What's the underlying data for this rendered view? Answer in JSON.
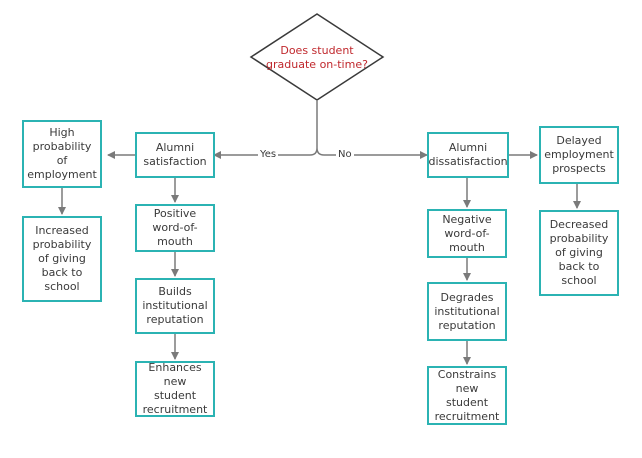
{
  "colors": {
    "box_border": "#2bb3b3",
    "decision_text": "#c0282d",
    "connector": "#7a7a7a",
    "text": "#3a3a3a"
  },
  "decision": {
    "text": "Does student\ngraduate on-time?"
  },
  "edge_labels": {
    "yes": "Yes",
    "no": "No"
  },
  "left": {
    "alumni": "Alumni\nsatisfaction",
    "employment": "High\nprobability\nof\nemployment",
    "giving": "Increased\nprobability\nof giving\nback to\nschool",
    "word_of_mouth": "Positive\nword-of-mouth",
    "reputation": "Builds\ninstitutional\nreputation",
    "recruitment": "Enhances\nnew student\nrecruitment"
  },
  "right": {
    "alumni": "Alumni\ndissatisfaction",
    "employment": "Delayed\nemployment\nprospects",
    "giving": "Decreased\nprobability\nof giving\nback to\nschool",
    "word_of_mouth": "Negative\nword-of-mouth",
    "reputation": "Degrades\ninstitutional\nreputation",
    "recruitment": "Constrains\nnew student\nrecruitment"
  }
}
